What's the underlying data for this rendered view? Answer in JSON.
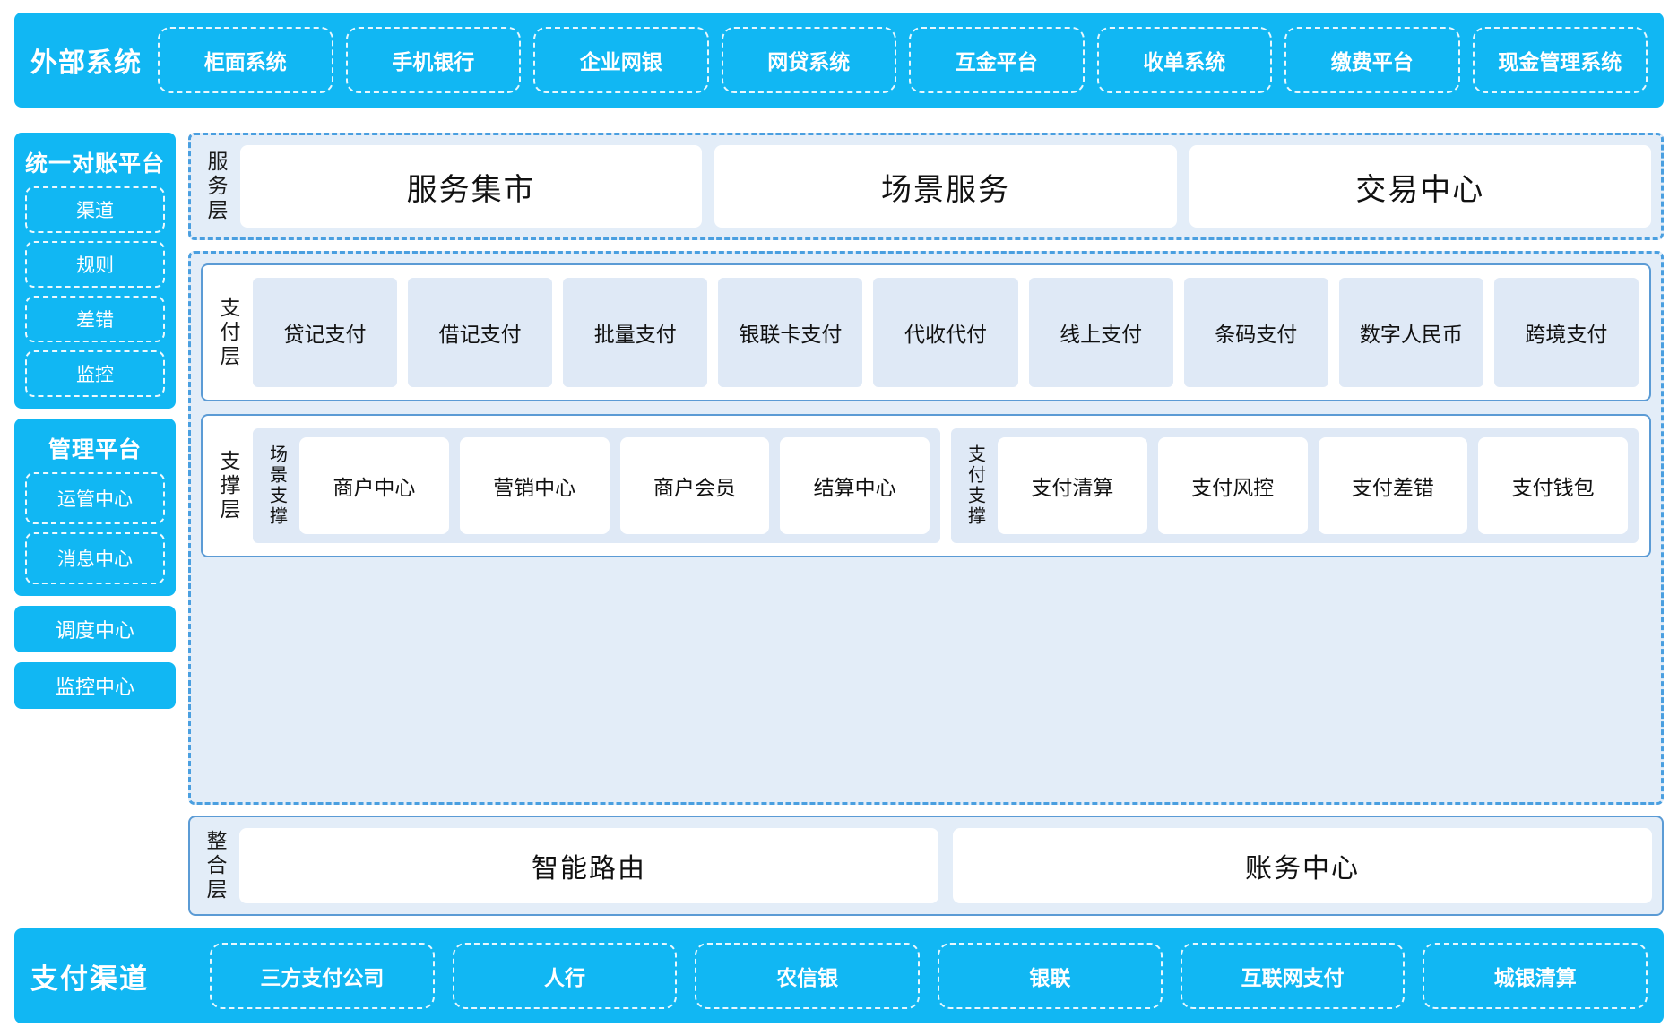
{
  "external": {
    "title": "外部系统",
    "items": [
      "柜面系统",
      "手机银行",
      "企业网银",
      "网贷系统",
      "互金平台",
      "收单系统",
      "缴费平台",
      "现金管理系统"
    ]
  },
  "left": {
    "recon": {
      "title": "统一对账平台",
      "items": [
        "渠道",
        "规则",
        "差错",
        "监控"
      ]
    },
    "mgmt": {
      "title": "管理平台",
      "items": [
        "运管中心",
        "消息中心"
      ]
    },
    "standalone": [
      "调度中心",
      "监控中心"
    ]
  },
  "service_layer": {
    "label": "服务层",
    "cards": [
      "服务集市",
      "场景服务",
      "交易中心"
    ]
  },
  "payment_layer": {
    "label": "支付层",
    "cards": [
      "贷记支付",
      "借记支付",
      "批量支付",
      "银联卡支付",
      "代收代付",
      "线上支付",
      "条码支付",
      "数字人民币",
      "跨境支付"
    ]
  },
  "support_layer": {
    "label": "支撑层",
    "groups": [
      {
        "label": "场景支撑",
        "cards": [
          "商户中心",
          "营销中心",
          "商户会员",
          "结算中心"
        ]
      },
      {
        "label": "支付支撑",
        "cards": [
          "支付清算",
          "支付风控",
          "支付差错",
          "支付钱包"
        ]
      }
    ]
  },
  "integration_layer": {
    "label": "整合层",
    "cards": [
      "智能路由",
      "账务中心"
    ]
  },
  "channels": {
    "title": "支付渠道",
    "items": [
      "三方支付公司",
      "人行",
      "农信银",
      "银联",
      "互联网支付",
      "城银清算"
    ]
  },
  "colors": {
    "brand_cyan": "#11B7F3",
    "panel_blue": "#e3edf8",
    "card_blue": "#dfe9f6",
    "border_blue": "#5b9bd5",
    "dash_blue": "#4a9fe0"
  }
}
